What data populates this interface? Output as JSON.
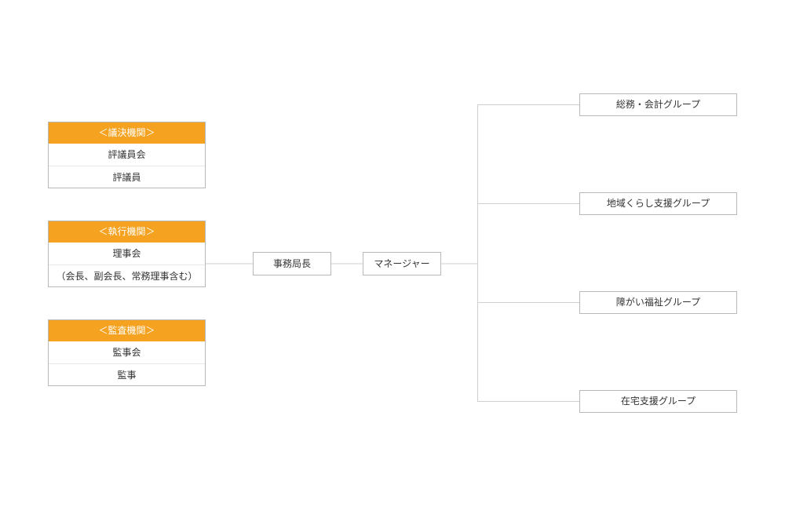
{
  "giketsu": {
    "heading": "＜議決機関＞",
    "rows": [
      "評議員会",
      "評議員"
    ]
  },
  "shikko": {
    "heading": "＜執行機関＞",
    "rows": [
      "理事会",
      "（会長、副会長、常務理事含む）"
    ]
  },
  "kansa": {
    "heading": "＜監査機関＞",
    "rows": [
      "監事会",
      "監事"
    ]
  },
  "director": "事務局長",
  "manager": "マネージャー",
  "groups": [
    "総務・会計グループ",
    "地域くらし支援グループ",
    "障がい福祉グループ",
    "在宅支援グループ"
  ],
  "colors": {
    "accent": "#f4a21f",
    "border": "#b9b9b9",
    "line": "#cfcfcf"
  }
}
